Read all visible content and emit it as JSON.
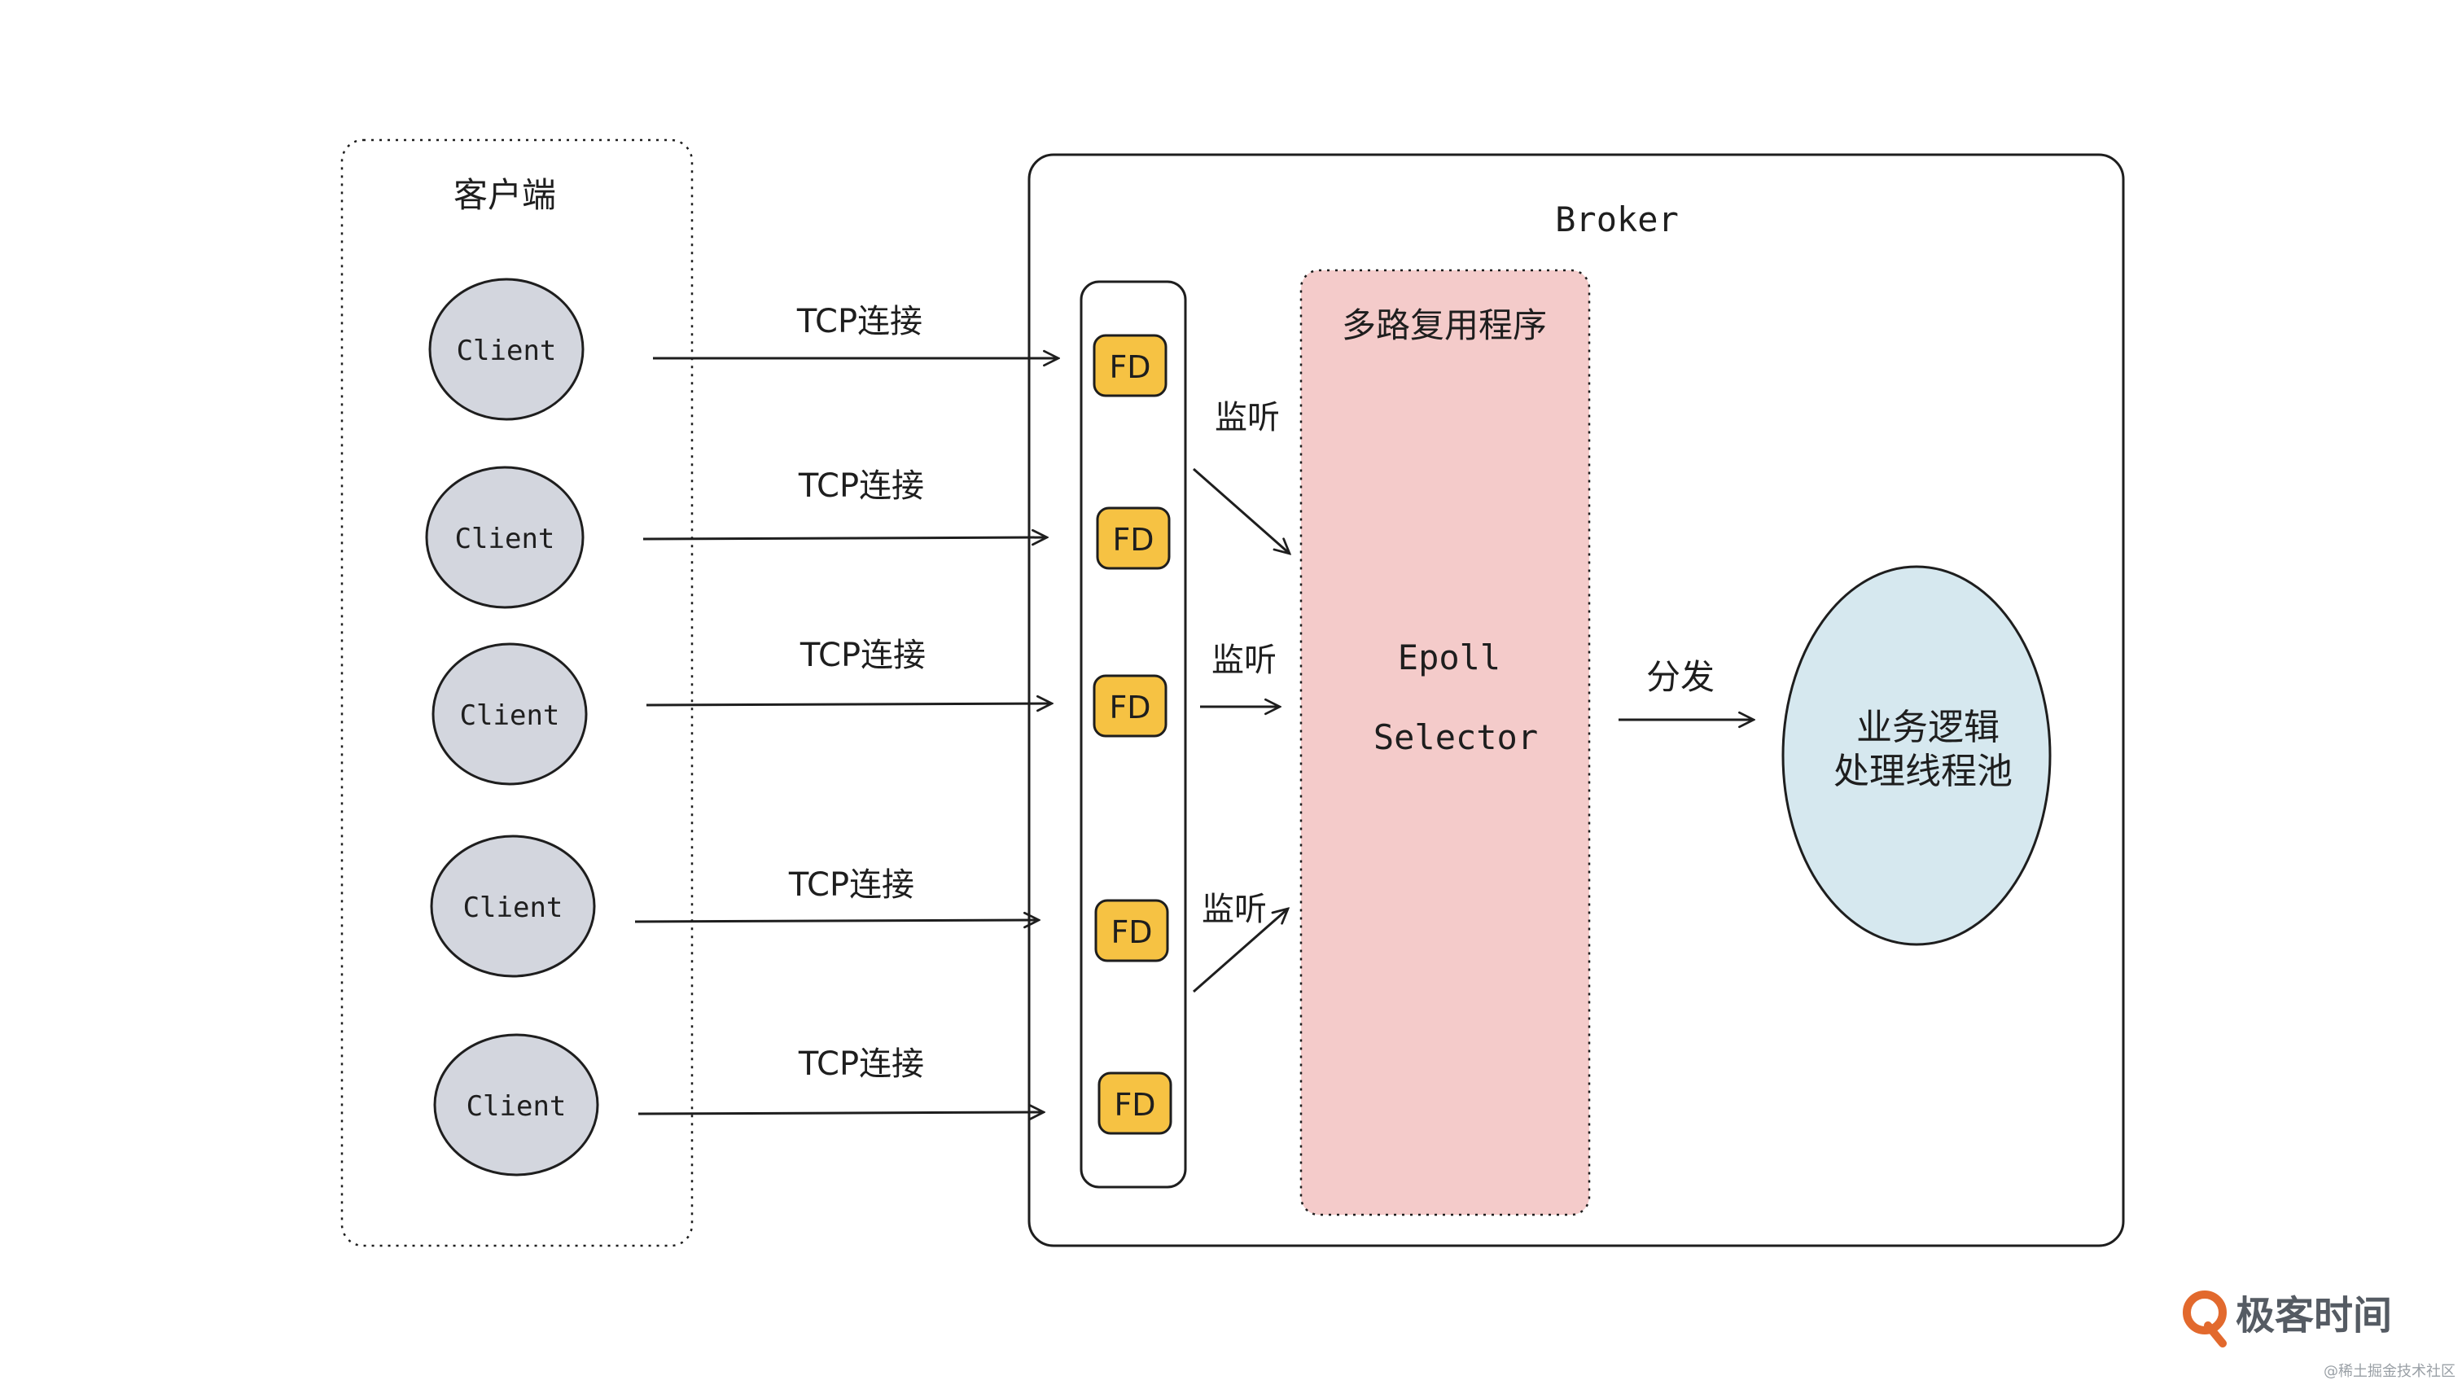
{
  "client_group": {
    "label": "客户端",
    "clients": [
      "Client",
      "Client",
      "Client",
      "Client",
      "Client"
    ]
  },
  "connections": [
    "TCP连接",
    "TCP连接",
    "TCP连接",
    "TCP连接",
    "TCP连接"
  ],
  "broker": {
    "title": "Broker",
    "fds": [
      "FD",
      "FD",
      "FD",
      "FD",
      "FD"
    ],
    "listen_labels": [
      "监听",
      "监听",
      "监听"
    ],
    "multiplexer": {
      "title": "多路复用程序",
      "line1": "Epoll",
      "line2": "Selector"
    },
    "dispatch_label": "分发",
    "worker_pool": {
      "line1": "业务逻辑",
      "line2": "处理线程池"
    }
  },
  "watermark": {
    "brand": "极客时间",
    "credit": "@稀土掘金技术社区"
  },
  "colors": {
    "client_fill": "#d3d6de",
    "fd_fill": "#f6c243",
    "multiplexer_fill": "#f4cbca",
    "worker_fill": "#d6e8ef",
    "stroke": "#1e1e1e",
    "brand_orange": "#e2692d"
  }
}
